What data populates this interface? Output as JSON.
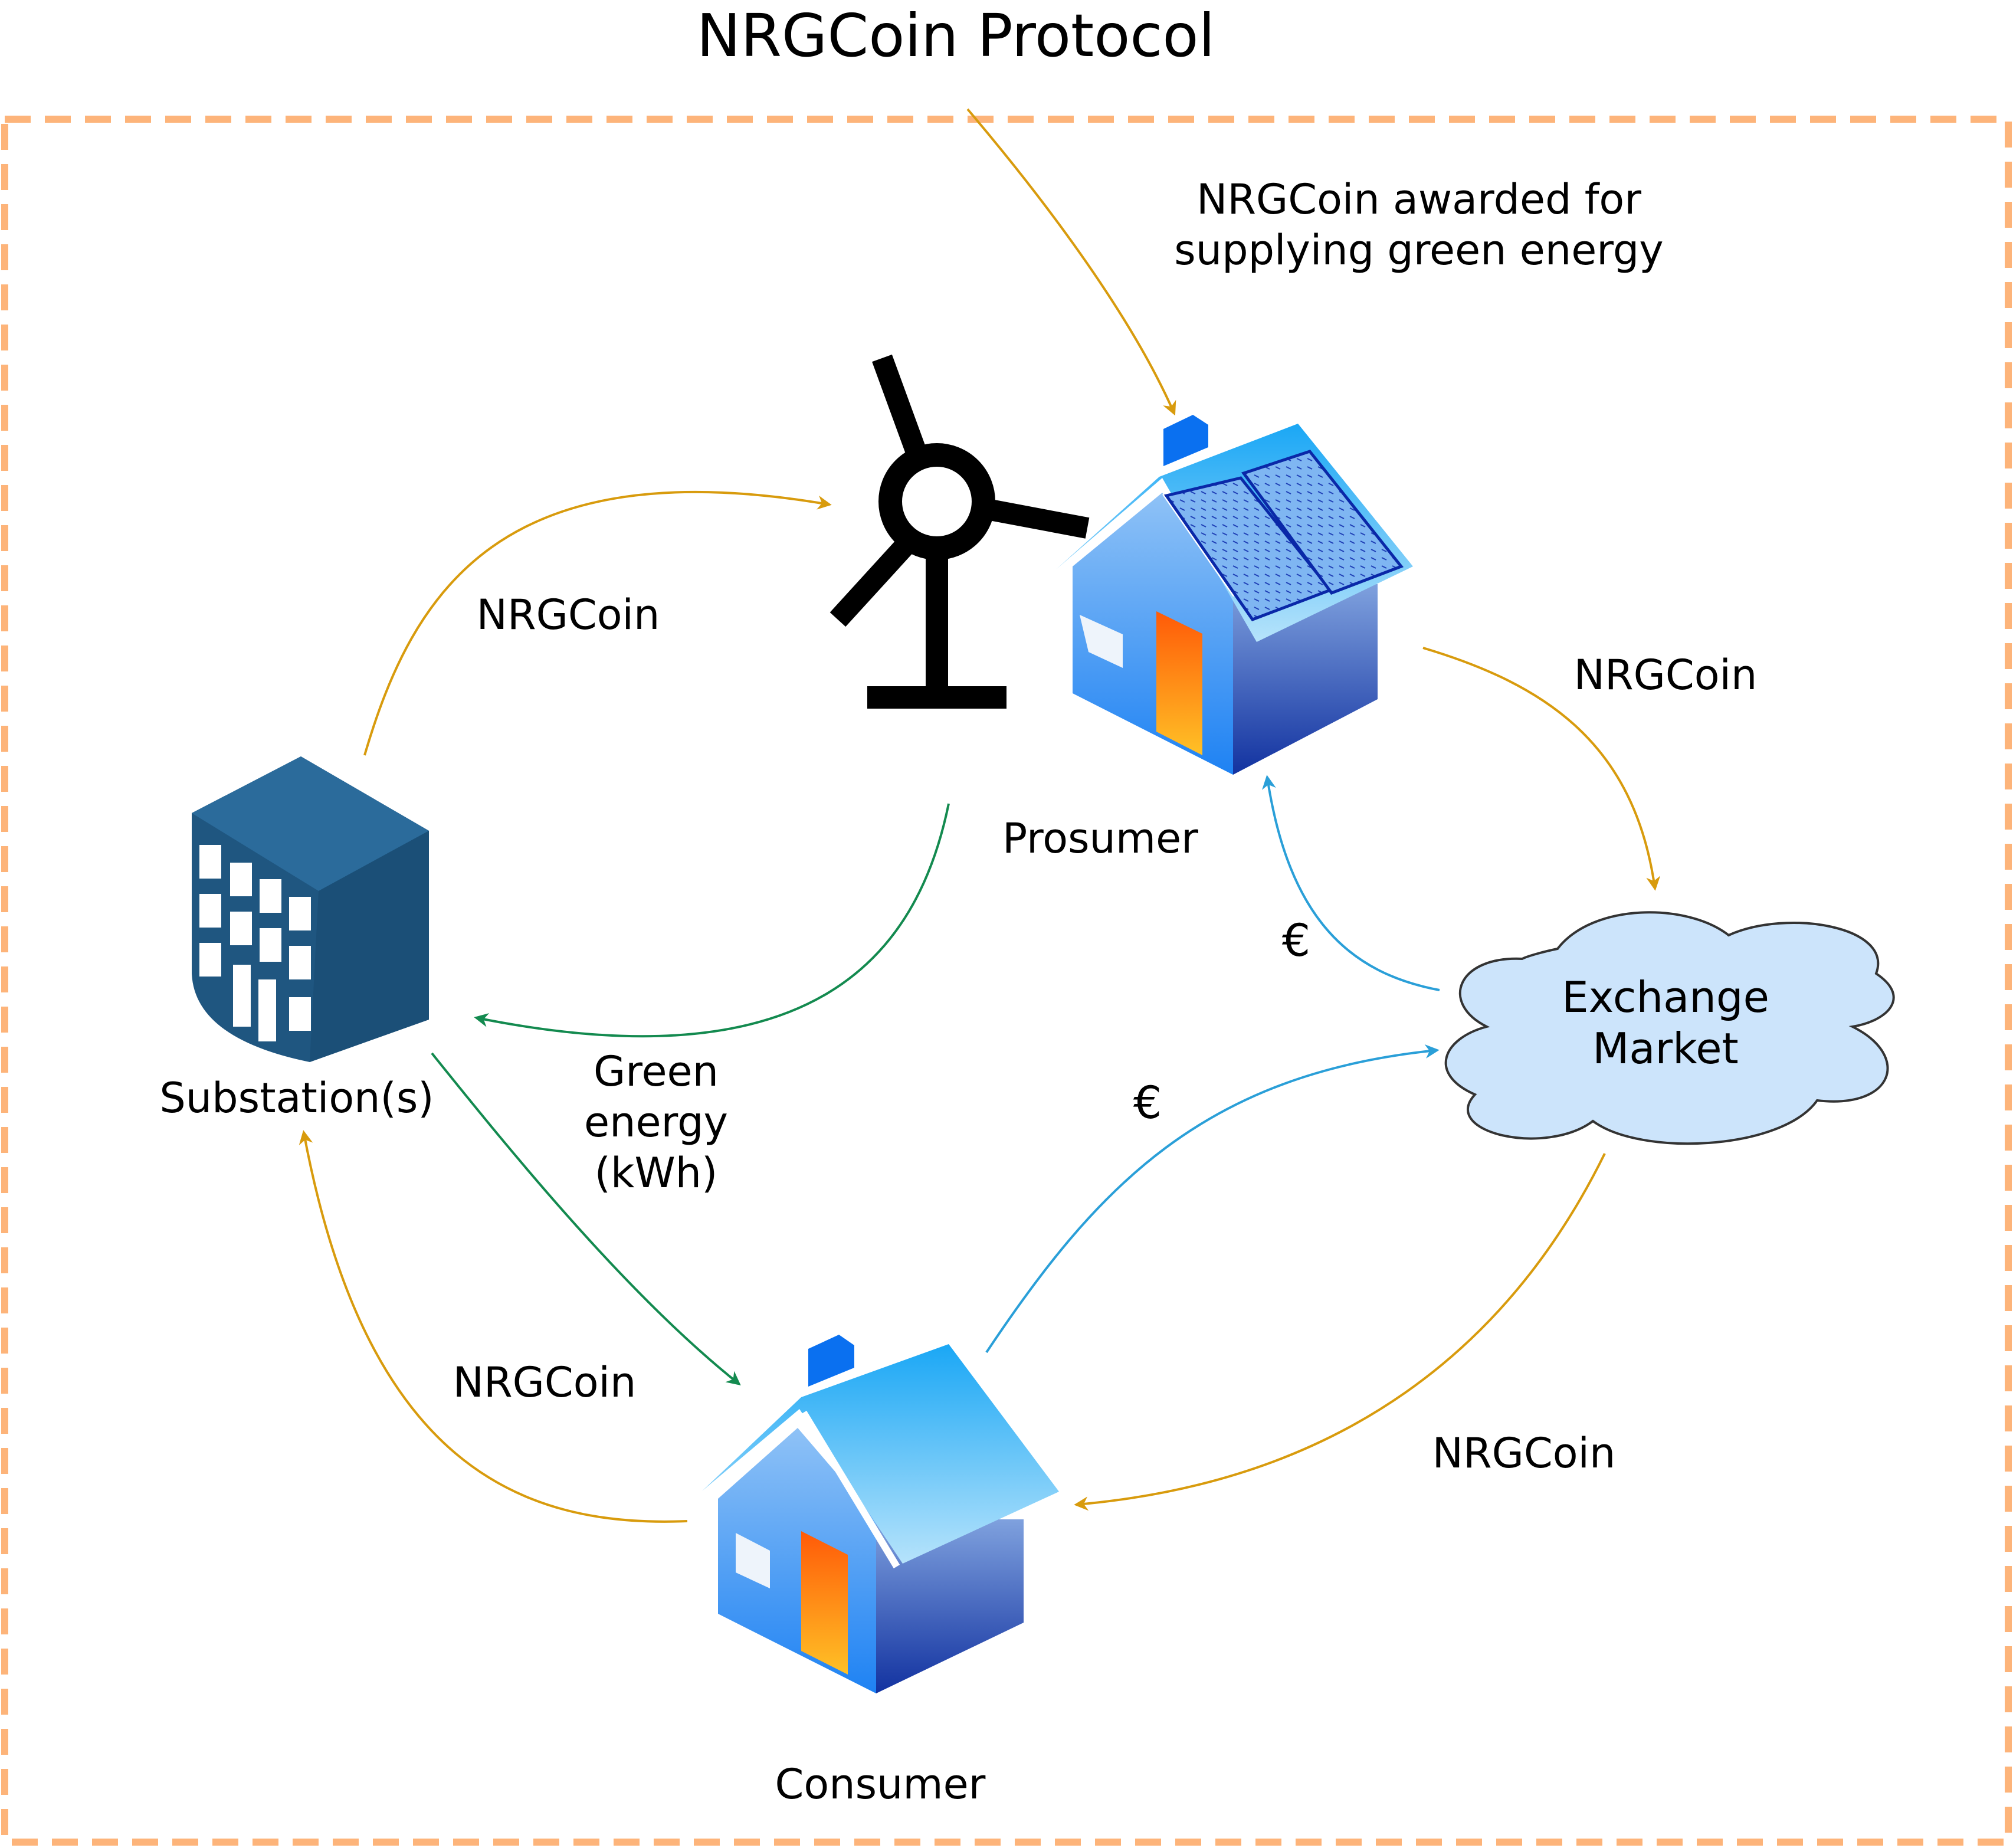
{
  "title": "NRGCoin Protocol",
  "award_note": [
    "NRGCoin awarded for",
    "supplying green energy"
  ],
  "nodes": {
    "prosumer": "Prosumer",
    "substation": "Substation(s)",
    "consumer": "Consumer",
    "exchange": [
      "Exchange",
      "Market"
    ]
  },
  "edge_labels": {
    "substation_to_windturbine": "NRGCoin",
    "prosumer_to_exchange": "NRGCoin",
    "consumer_to_substation": "NRGCoin",
    "exchange_to_consumer": "NRGCoin",
    "green_energy": [
      "Green",
      "energy",
      "(kWh)"
    ],
    "exchange_to_prosumer": "€",
    "consumer_to_exchange": "€"
  },
  "colors": {
    "border": "#fdb47a",
    "nrgcoin_arrow": "#d89b0d",
    "energy_arrow": "#138a4f",
    "euro_arrow": "#2a9fd8",
    "cloud_fill": "#cce4fb",
    "building": "#225a85"
  }
}
